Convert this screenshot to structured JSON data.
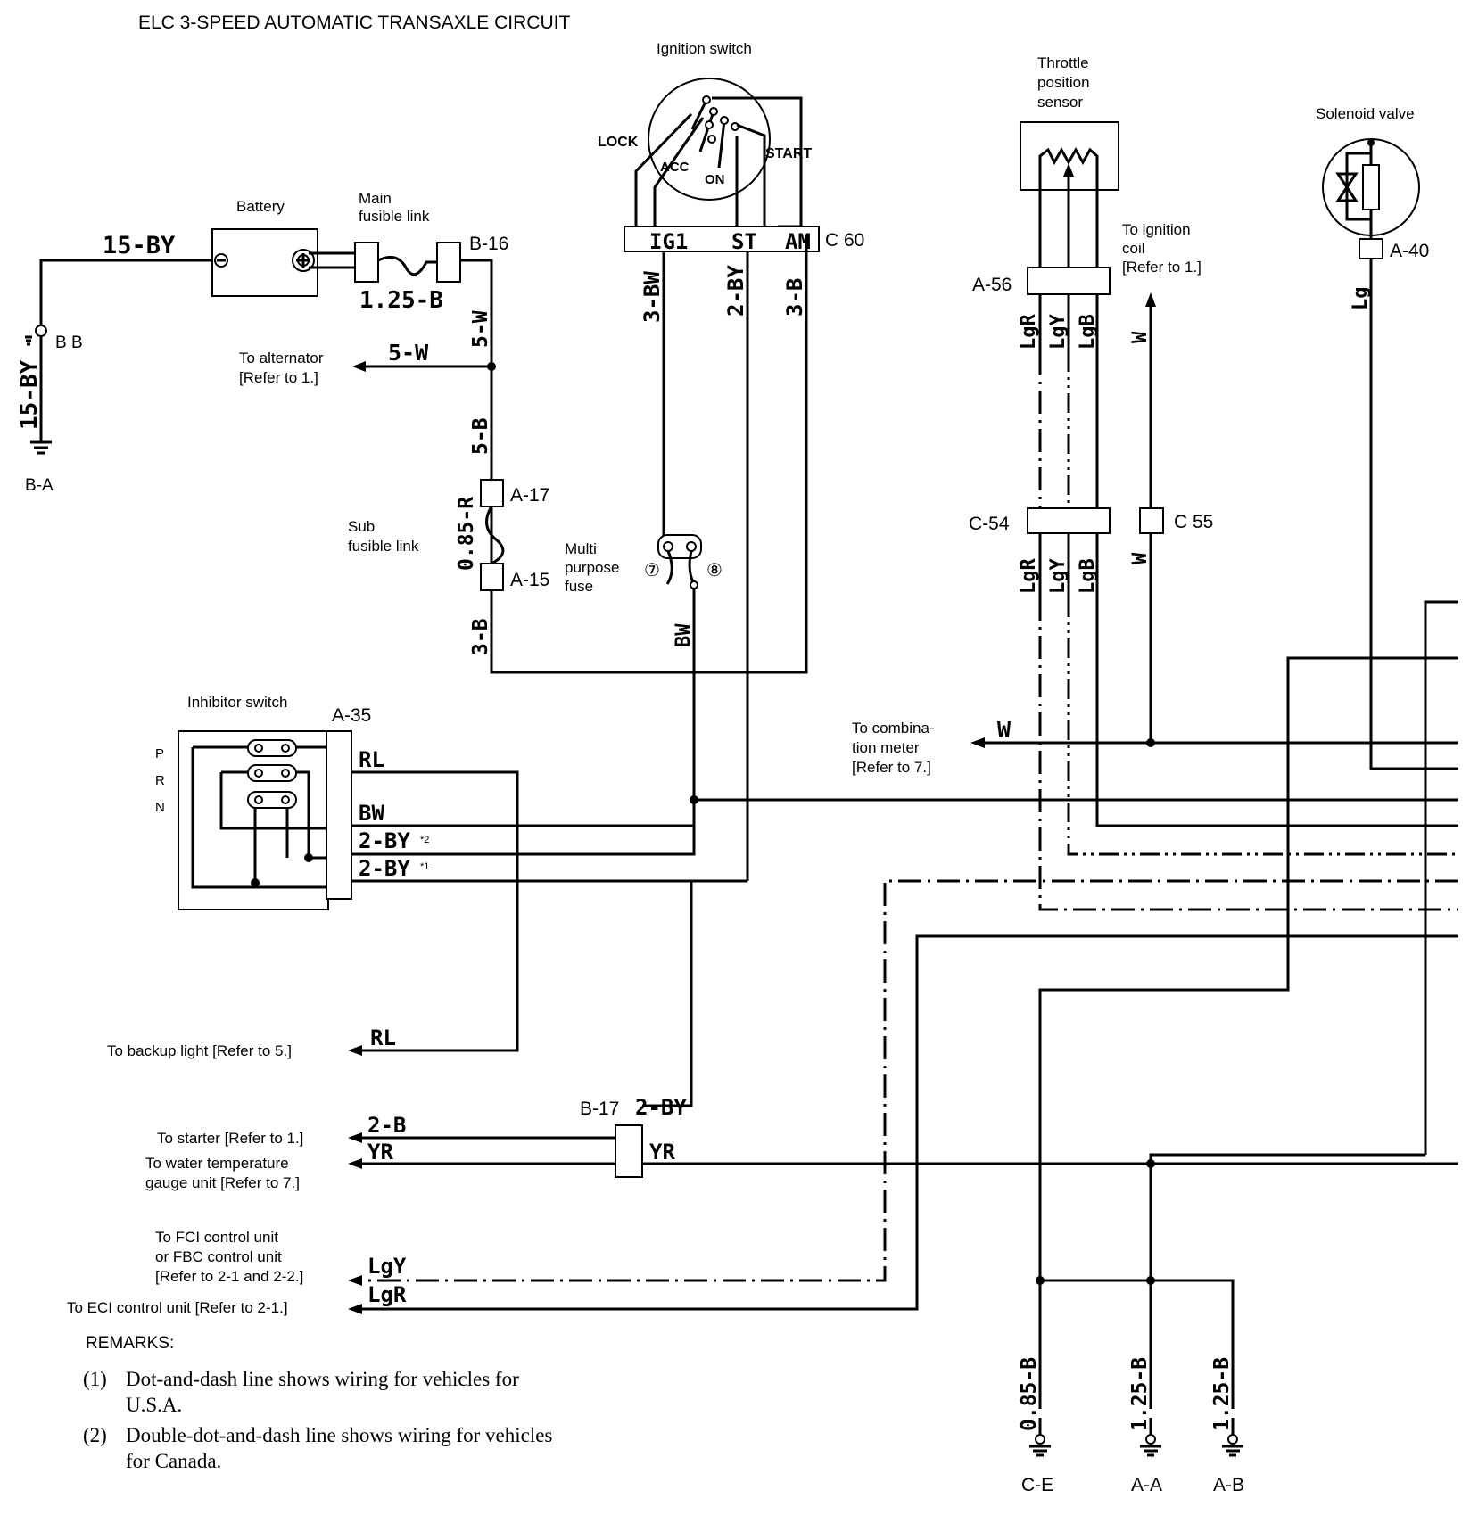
{
  "title": "ELC 3-SPEED AUTOMATIC TRANSAXLE CIRCUIT",
  "components": {
    "ignition_switch": "Ignition switch",
    "ign_positions": [
      "LOCK",
      "ACC",
      "ON",
      "START"
    ],
    "c60_terminals": [
      "IG1",
      "ST",
      "AM"
    ],
    "throttle_sensor": [
      "Throttle",
      "position",
      "sensor"
    ],
    "solenoid_valve": "Solenoid valve",
    "battery": "Battery",
    "main_fusible_link": [
      "Main",
      "fusible link"
    ],
    "sub_fusible_link": [
      "Sub",
      "fusible link"
    ],
    "multi_fuse": [
      "Multi",
      "purpose",
      "fuse"
    ],
    "fuse_numbers": [
      "⑦",
      "⑧"
    ],
    "inhibitor_switch": "Inhibitor switch",
    "inhibitor_positions": [
      "P",
      "R",
      "N"
    ]
  },
  "connectors": {
    "c60": "C 60",
    "b16": "B-16",
    "a17": "A-17",
    "a15": "A-15",
    "a56": "A-56",
    "c54": "C-54",
    "c55": "C 55",
    "a40": "A-40",
    "a35": "A-35",
    "b17": "B-17",
    "bb": "B B",
    "ba": "B-A",
    "ce": "C-E",
    "aa": "A-A",
    "ab": "A-B"
  },
  "wires": {
    "w15by": "15-BY",
    "w125b": "1.25-B",
    "w5w": "5-W",
    "w5b": "5-B",
    "w085r": "0.85-R",
    "w3b": "3-B",
    "w3bw": "3-BW",
    "w2by": "2-BY",
    "bw": "BW",
    "lgr": "LgR",
    "lgy": "LgY",
    "lgb": "LgB",
    "w": "W",
    "lg": "Lg",
    "rl": "RL",
    "by2_2": "2-BY",
    "mark2": "*2",
    "mark1": "*1",
    "w2b": "2-B",
    "yr": "YR",
    "w085b": "0.85-B",
    "w125b_2": "1.25-B"
  },
  "destinations": {
    "alternator": [
      "To alternator",
      "[Refer to 1.]"
    ],
    "ignition_coil": [
      "To ignition",
      "coil",
      "[Refer to 1.]"
    ],
    "combination_meter": [
      "To combina-",
      "tion meter",
      "[Refer to 7.]"
    ],
    "backup_light": "To backup light [Refer to 5.]",
    "starter": "To starter [Refer to 1.]",
    "water_temp": [
      "To water temperature",
      "gauge unit [Refer to 7.]"
    ],
    "fci": [
      "To FCI control unit",
      "or FBC control unit",
      "[Refer to 2-1 and 2-2.]"
    ],
    "eci": "To ECI control unit [Refer to 2-1.]"
  },
  "remarks": {
    "heading": "REMARKS:",
    "items": [
      {
        "num": "(1)",
        "lines": [
          "Dot-and-dash line shows wiring for vehicles for",
          "U.S.A."
        ]
      },
      {
        "num": "(2)",
        "lines": [
          "Double-dot-and-dash line shows wiring for vehicles",
          "for Canada."
        ]
      }
    ]
  }
}
